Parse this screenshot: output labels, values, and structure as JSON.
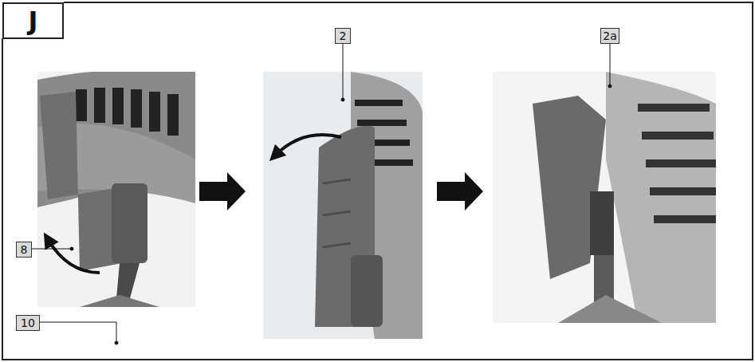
{
  "diagram": {
    "nodes": [
      {
        "text": [
          "J"
        ]
      }
    ],
    "labels": [
      "2",
      "8",
      "10",
      "2a"
    ]
  }
}
